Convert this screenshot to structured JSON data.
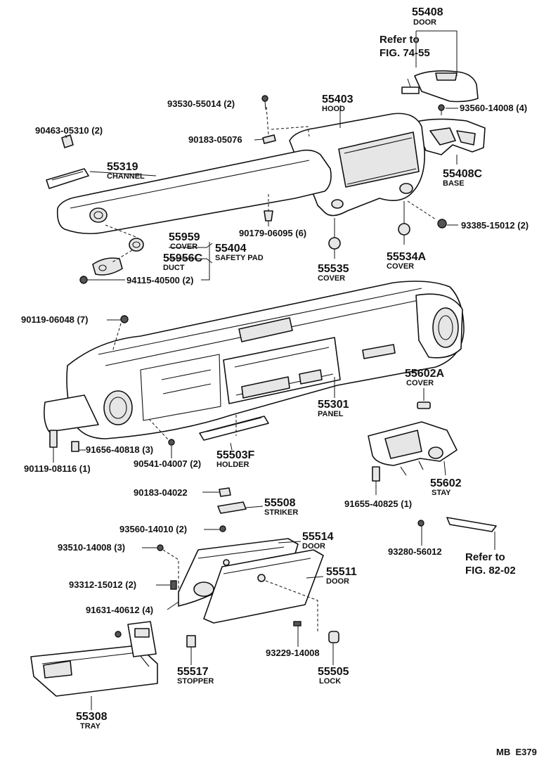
{
  "diagram": {
    "footer_code": "MB  E379",
    "references": {
      "fig_74_55_line1": "Refer to",
      "fig_74_55_line2": "FIG. 74-55",
      "fig_82_02_line1": "Refer to",
      "fig_82_02_line2": "FIG. 82-02"
    },
    "parts": [
      {
        "key": "door_55408",
        "number": "55408",
        "name": "DOOR"
      },
      {
        "key": "screw_93530",
        "number": "93530-55014 (2)",
        "name": ""
      },
      {
        "key": "hood",
        "number": "55403",
        "name": "HOOD"
      },
      {
        "key": "screw_93560",
        "number": "93560-14008 (4)",
        "name": ""
      },
      {
        "key": "clip_90463",
        "number": "90463-05310 (2)",
        "name": ""
      },
      {
        "key": "clip_90183_05076",
        "number": "90183-05076",
        "name": ""
      },
      {
        "key": "channel",
        "number": "55319",
        "name": "CHANNEL"
      },
      {
        "key": "base",
        "number": "55408C",
        "name": "BASE"
      },
      {
        "key": "clip_90179",
        "number": "90179-06095 (6)",
        "name": ""
      },
      {
        "key": "bolt_93385",
        "number": "93385-15012 (2)",
        "name": ""
      },
      {
        "key": "cover_55959",
        "number": "55959",
        "name": "COVER"
      },
      {
        "key": "safety_pad",
        "number": "55404",
        "name": "SAFETY PAD"
      },
      {
        "key": "duct",
        "number": "55956C",
        "name": "DUCT"
      },
      {
        "key": "nut_94115",
        "number": "94115-40500 (2)",
        "name": ""
      },
      {
        "key": "cover_55535",
        "number": "55535",
        "name": "COVER"
      },
      {
        "key": "cover_55534a",
        "number": "55534A",
        "name": "COVER"
      },
      {
        "key": "bolt_90119_06048",
        "number": "90119-06048 (7)",
        "name": ""
      },
      {
        "key": "cover_55602a",
        "number": "55602A",
        "name": "COVER"
      },
      {
        "key": "panel",
        "number": "55301",
        "name": "PANEL"
      },
      {
        "key": "nut_91656",
        "number": "91656-40818 (3)",
        "name": ""
      },
      {
        "key": "bolt_90119_08116",
        "number": "90119-08116 (1)",
        "name": ""
      },
      {
        "key": "screw_90541",
        "number": "90541-04007 (2)",
        "name": ""
      },
      {
        "key": "holder",
        "number": "55503F",
        "name": "HOLDER"
      },
      {
        "key": "bolt_91655",
        "number": "91655-40825 (1)",
        "name": ""
      },
      {
        "key": "stay",
        "number": "55602",
        "name": "STAY"
      },
      {
        "key": "clip_90183_04022",
        "number": "90183-04022",
        "name": ""
      },
      {
        "key": "striker",
        "number": "55508",
        "name": "STRIKER"
      },
      {
        "key": "screw_93560_14010",
        "number": "93560-14010 (2)",
        "name": ""
      },
      {
        "key": "door_55514",
        "number": "55514",
        "name": "DOOR"
      },
      {
        "key": "screw_93510",
        "number": "93510-14008 (3)",
        "name": ""
      },
      {
        "key": "screw_93280",
        "number": "93280-56012",
        "name": ""
      },
      {
        "key": "door_55511",
        "number": "55511",
        "name": "DOOR"
      },
      {
        "key": "bolt_93312",
        "number": "93312-15012 (2)",
        "name": ""
      },
      {
        "key": "screw_91631",
        "number": "91631-40612 (4)",
        "name": ""
      },
      {
        "key": "screw_93229",
        "number": "93229-14008",
        "name": ""
      },
      {
        "key": "stopper",
        "number": "55517",
        "name": "STOPPER"
      },
      {
        "key": "lock",
        "number": "55505",
        "name": "LOCK"
      },
      {
        "key": "tray",
        "number": "55308",
        "name": "TRAY"
      }
    ]
  }
}
